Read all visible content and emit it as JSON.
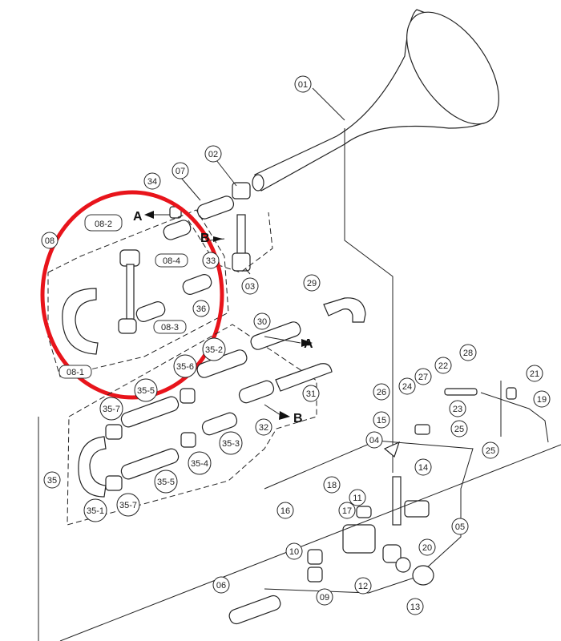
{
  "callouts": {
    "c01": "01",
    "c02": "02",
    "c03": "03",
    "c04": "04",
    "c05": "05",
    "c06": "06",
    "c07": "07",
    "c08": "08",
    "c09": "09",
    "c10": "10",
    "c11": "11",
    "c12": "12",
    "c13": "13",
    "c14": "14",
    "c15": "15",
    "c16": "16",
    "c17": "17",
    "c18": "18",
    "c19": "19",
    "c20": "20",
    "c21": "21",
    "c22": "22",
    "c23": "23",
    "c24": "24",
    "c25a": "25",
    "c25b": "25",
    "c26": "26",
    "c27": "27",
    "c28": "28",
    "c29": "29",
    "c30": "30",
    "c31": "31",
    "c32": "32",
    "c33": "33",
    "c34": "34",
    "c35": "35",
    "c36": "36",
    "c35_1": "35-1",
    "c35_2": "35-2",
    "c35_3": "35-3",
    "c35_4": "35-4",
    "c35_5a": "35-5",
    "c35_5b": "35-5",
    "c35_6": "35-6",
    "c35_7a": "35-7",
    "c35_7b": "35-7"
  },
  "subparts": {
    "s08_1": "08-1",
    "s08_2": "08-2",
    "s08_3": "08-3",
    "s08_4": "08-4"
  },
  "arrows": {
    "a_top": "A",
    "b_top": "B",
    "a_mid": "A",
    "b_mid": "B"
  },
  "highlight_color": "#e8141b"
}
